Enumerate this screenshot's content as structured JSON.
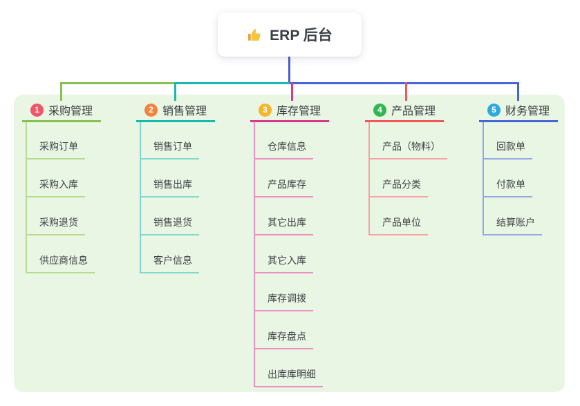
{
  "root": {
    "label": "ERP 后台",
    "icon": "thumbs-up"
  },
  "canvas": {
    "background": "#E9F6E3"
  },
  "trunk_color": "#4A5ED2",
  "branches": [
    {
      "index": "1",
      "label": "采购管理",
      "badge_color": "#F25565",
      "line_color": "#87C14F",
      "child_line_color": "#B5DC8F",
      "children": [
        "采购订单",
        "采购入库",
        "采购退货",
        "供应商信息"
      ]
    },
    {
      "index": "2",
      "label": "销售管理",
      "badge_color": "#F5823B",
      "line_color": "#17B8AE",
      "child_line_color": "#82D8CF",
      "children": [
        "销售订单",
        "销售出库",
        "销售退货",
        "客户信息"
      ]
    },
    {
      "index": "3",
      "label": "库存管理",
      "badge_color": "#F7B52C",
      "line_color": "#D8398C",
      "child_line_color": "#EE8EC6",
      "children": [
        "仓库信息",
        "产品库存",
        "其它出库",
        "其它入库",
        "库存调拨",
        "库存盘点",
        "出库库明细"
      ]
    },
    {
      "index": "4",
      "label": "产品管理",
      "badge_color": "#2FB750",
      "line_color": "#F2565A",
      "child_line_color": "#F7A2A4",
      "children": [
        "产品（物料）",
        "产品分类",
        "产品单位"
      ]
    },
    {
      "index": "5",
      "label": "财务管理",
      "badge_color": "#2BAADF",
      "line_color": "#4565D8",
      "child_line_color": "#94A8E3",
      "children": [
        "回款单",
        "付款单",
        "结算账户"
      ]
    }
  ]
}
